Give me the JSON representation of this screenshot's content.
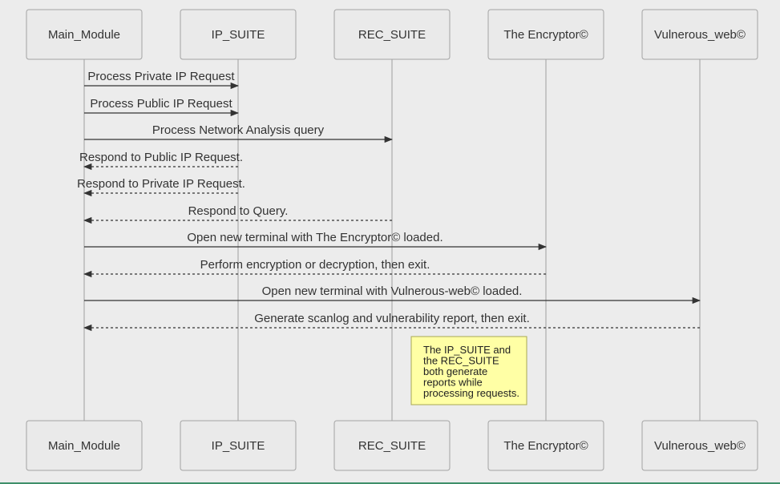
{
  "actors": [
    {
      "id": "main",
      "name": "Main_Module"
    },
    {
      "id": "ip",
      "name": "IP_SUITE"
    },
    {
      "id": "rec",
      "name": "REC_SUITE"
    },
    {
      "id": "enc",
      "name": "The Encryptor©"
    },
    {
      "id": "vuln",
      "name": "Vulnerous_web©"
    }
  ],
  "messages": [
    {
      "from": "main",
      "to": "ip",
      "label": "Process Private IP Request",
      "style": "solid"
    },
    {
      "from": "main",
      "to": "ip",
      "label": "Process Public IP Request",
      "style": "solid"
    },
    {
      "from": "main",
      "to": "rec",
      "label": "Process Network Analysis query",
      "style": "solid"
    },
    {
      "from": "ip",
      "to": "main",
      "label": "Respond to Public IP Request.",
      "style": "dashed"
    },
    {
      "from": "ip",
      "to": "main",
      "label": "Respond to Private IP Request.",
      "style": "dashed"
    },
    {
      "from": "rec",
      "to": "main",
      "label": "Respond to Query.",
      "style": "dashed"
    },
    {
      "from": "main",
      "to": "enc",
      "label": "Open new terminal with The Encryptor© loaded.",
      "style": "solid"
    },
    {
      "from": "enc",
      "to": "main",
      "label": "Perform encryption or decryption, then exit.",
      "style": "dashed"
    },
    {
      "from": "main",
      "to": "vuln",
      "label": "Open new terminal with Vulnerous-web© loaded.",
      "style": "solid"
    },
    {
      "from": "vuln",
      "to": "main",
      "label": "Generate scanlog and vulnerability report, then exit.",
      "style": "dashed"
    }
  ],
  "note": {
    "lines": [
      "The IP_SUITE and",
      "the REC_SUITE",
      "both generate",
      "reports while",
      "processing requests."
    ]
  },
  "colors": {
    "background": "#ececec",
    "actor_fill": "#eaeaea",
    "actor_border": "#a3a3a3",
    "lifeline": "#9e9e9e",
    "message": "#333333",
    "text": "#333333",
    "note_fill": "#ffffa5",
    "note_border": "#a8a852",
    "accent_rule": "#3f8f6a"
  }
}
